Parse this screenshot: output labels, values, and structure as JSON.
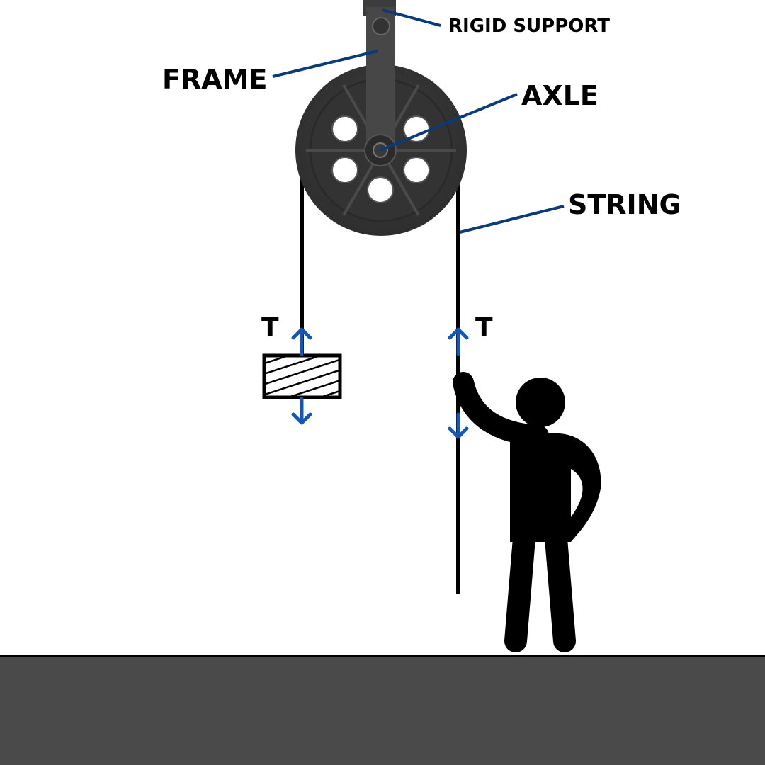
{
  "labels": {
    "rigid_support": "RIGID SUPPORT",
    "frame": "FRAME",
    "axle": "AXLE",
    "string": "STRING",
    "tension_left": "T",
    "tension_right": "T"
  },
  "colors": {
    "leader": "#0a3a78",
    "arrow": "#1256b8",
    "ground": "#4a4a4a",
    "pulley": "#3a3a3a"
  }
}
